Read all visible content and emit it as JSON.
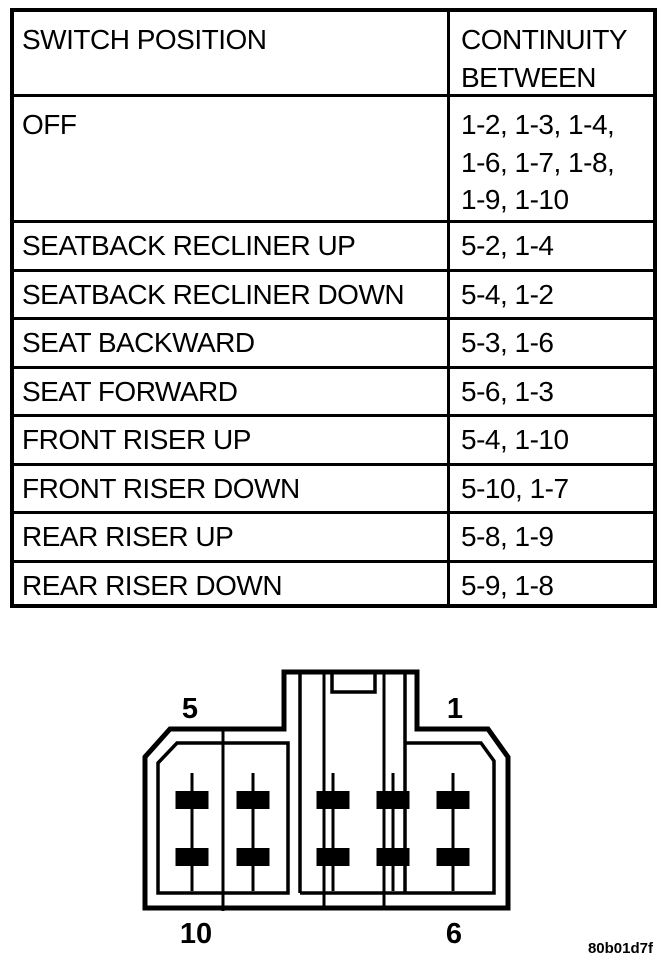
{
  "table": {
    "headers": {
      "position": "SWITCH POSITION",
      "continuity": "CONTINUITY BETWEEN"
    },
    "rows": [
      {
        "position": "OFF",
        "continuity": "1-2, 1-3, 1-4,\n1-6, 1-7, 1-8,\n1-9, 1-10"
      },
      {
        "position": "SEATBACK RECLINER UP",
        "continuity": "5-2, 1-4"
      },
      {
        "position": "SEATBACK RECLINER DOWN",
        "continuity": "5-4, 1-2"
      },
      {
        "position": "SEAT BACKWARD",
        "continuity": "5-3, 1-6"
      },
      {
        "position": "SEAT FORWARD",
        "continuity": "5-6, 1-3"
      },
      {
        "position": "FRONT RISER UP",
        "continuity": "5-4, 1-10"
      },
      {
        "position": "FRONT RISER DOWN",
        "continuity": "5-10, 1-7"
      },
      {
        "position": "REAR RISER UP",
        "continuity": "5-8, 1-9"
      },
      {
        "position": "REAR RISER DOWN",
        "continuity": "5-9, 1-8"
      }
    ]
  },
  "connector": {
    "pin_labels": {
      "top_left": "5",
      "top_right": "1",
      "bottom_left": "10",
      "bottom_right": "6"
    }
  },
  "watermark": "80b01d7f",
  "colors": {
    "ink": "#000000",
    "paper": "#ffffff"
  }
}
